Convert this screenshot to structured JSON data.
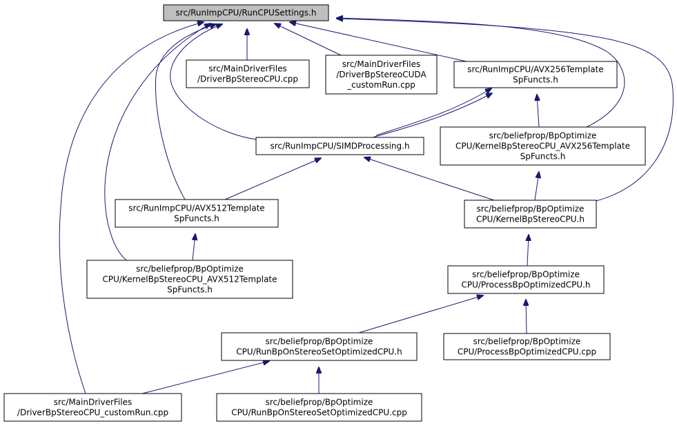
{
  "diagram": {
    "nodes": {
      "runcpusettings": [
        "src/RunImpCPU/RunCPUSettings.h"
      ],
      "driverbpstereocpu": [
        "src/MainDriverFiles",
        "/DriverBpStereoCPU.cpp"
      ],
      "driverbpstereocuda": [
        "src/MainDriverFiles",
        "/DriverBpStereoCUDA",
        "_customRun.cpp"
      ],
      "avx256template": [
        "src/RunImpCPU/AVX256Template",
        "SpFuncts.h"
      ],
      "simdprocessing": [
        "src/RunImpCPU/SIMDProcessing.h"
      ],
      "kernelavx256": [
        "src/beliefprop/BpOptimize",
        "CPU/KernelBpStereoCPU_AVX256Template",
        "SpFuncts.h"
      ],
      "avx512template": [
        "src/RunImpCPU/AVX512Template",
        "SpFuncts.h"
      ],
      "kernelbpstereocpu": [
        "src/beliefprop/BpOptimize",
        "CPU/KernelBpStereoCPU.h"
      ],
      "kernelavx512": [
        "src/beliefprop/BpOptimize",
        "CPU/KernelBpStereoCPU_AVX512Template",
        "SpFuncts.h"
      ],
      "processbpoptimizedcpu_h": [
        "src/beliefprop/BpOptimize",
        "CPU/ProcessBpOptimizedCPU.h"
      ],
      "runbponstereo_h": [
        "src/beliefprop/BpOptimize",
        "CPU/RunBpOnStereoSetOptimizedCPU.h"
      ],
      "processbpoptimizedcpu_cpp": [
        "src/beliefprop/BpOptimize",
        "CPU/ProcessBpOptimizedCPU.cpp"
      ],
      "driverbpstereocpu_customrun": [
        "src/MainDriverFiles",
        "/DriverBpStereoCPU_customRun.cpp"
      ],
      "runbponstereo_cpp": [
        "src/beliefprop/BpOptimize",
        "CPU/RunBpOnStereoSetOptimizedCPU.cpp"
      ]
    },
    "colors": {
      "edge": "#191970",
      "root_fill": "#bfbfbf",
      "node_fill": "#ffffff",
      "node_border": "#000000"
    }
  }
}
